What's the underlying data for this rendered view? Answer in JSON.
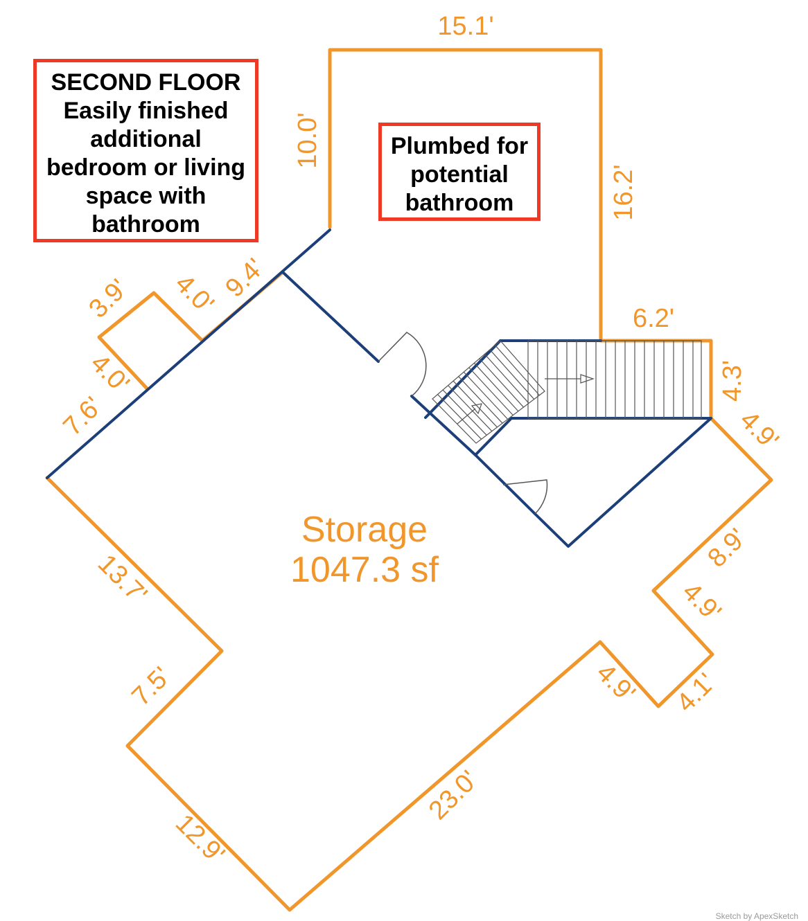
{
  "notes": {
    "second_floor": [
      "SECOND FLOOR",
      "Easily finished",
      "additional",
      "bedroom or living",
      "space with",
      "bathroom"
    ],
    "plumbed": [
      "Plumbed for",
      "potential",
      "bathroom"
    ]
  },
  "room": {
    "name": "Storage",
    "area": "1047.3 sf"
  },
  "dimensions": {
    "top": "15.1'",
    "left_upper": "10.0'",
    "right_upper": "16.2'",
    "stair_top": "6.2'",
    "stair_right": "4.3'",
    "right_diag_1": "4.9'",
    "right_diag_2": "8.9'",
    "right_diag_3": "4.9'",
    "bump_right": "4.1'",
    "bump_left": "4.9'",
    "bottom_right": "23.0'",
    "bottom_left": "12.9'",
    "left_lower": "7.5'",
    "left_mid": "13.7'",
    "left_upper_diag": "7.6'",
    "bay_lower": "4.0'",
    "bay_top": "3.9'",
    "bay_upper": "4.0'",
    "upper_diag": "9.4'"
  },
  "credit": "Sketch by ApexSketch",
  "colors": {
    "exterior_wall": "#f0962a",
    "interior_wall": "#1c3f7a",
    "note_border": "#ee3a24"
  }
}
